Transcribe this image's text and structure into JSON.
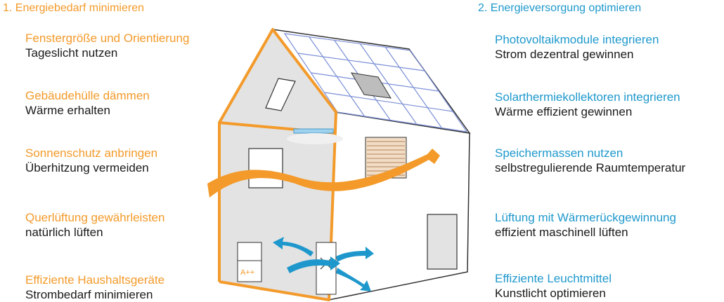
{
  "left": {
    "heading": "1. Energiebedarf minimieren",
    "items": [
      {
        "title": "Fenstergröße und Orientierung",
        "sub": "Tageslicht nutzen"
      },
      {
        "title": "Gebäudehülle dämmen",
        "sub": "Wärme erhalten"
      },
      {
        "title": "Sonnenschutz anbringen",
        "sub": "Überhitzung vermeiden"
      },
      {
        "title": "Querlüftung gewährleisten",
        "sub": "natürlich lüften"
      },
      {
        "title": "Effiziente Haushaltsgeräte",
        "sub": "Strombedarf minimieren"
      }
    ]
  },
  "right": {
    "heading": "2. Energieversorgung optimieren",
    "items": [
      {
        "title": "Photovoltaikmodule integrieren",
        "sub": "Strom dezentral gewinnen"
      },
      {
        "title": "Solarthermiekollektoren integrieren",
        "sub": "Wärme effizient gewinnen"
      },
      {
        "title": "Speichermassen nutzen",
        "sub": "selbstregulierende Raumtemperatur"
      },
      {
        "title": "Lüftung mit Wärmerückgewinnung",
        "sub": "effizient maschinell lüften"
      },
      {
        "title": "Effiziente Leuchtmittel",
        "sub": "Kunstlicht optimieren"
      }
    ]
  },
  "appliance": {
    "label": "A++"
  },
  "colors": {
    "orange": "#f39a2a",
    "blue": "#1e98cc",
    "wall": "#e3e3e3",
    "line": "#333333"
  }
}
